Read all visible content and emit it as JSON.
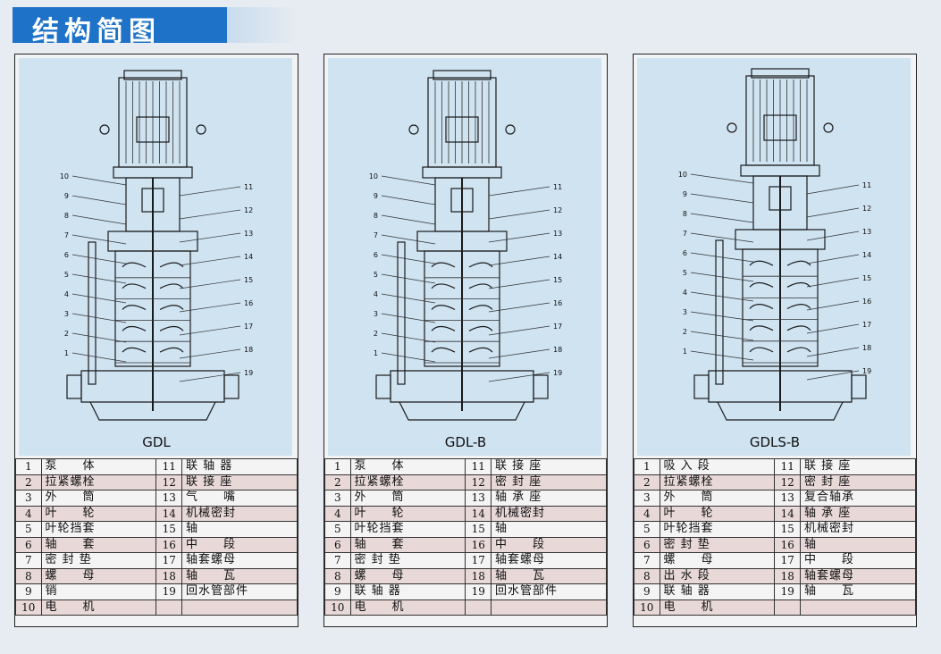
{
  "header": {
    "title": "结构简图"
  },
  "panels": [
    {
      "model": "GDL",
      "parts": [
        [
          "1",
          "泵　　体",
          "11",
          "联 轴 器"
        ],
        [
          "2",
          "拉紧螺栓",
          "12",
          "联 接 座"
        ],
        [
          "3",
          "外　　筒",
          "13",
          "气　　嘴"
        ],
        [
          "4",
          "叶　　轮",
          "14",
          "机械密封"
        ],
        [
          "5",
          "叶轮挡套",
          "15",
          "轴"
        ],
        [
          "6",
          "轴　　套",
          "16",
          "中　　段"
        ],
        [
          "7",
          "密 封 垫",
          "17",
          "轴套螺母"
        ],
        [
          "8",
          "螺　　母",
          "18",
          "轴　　瓦"
        ],
        [
          "9",
          "销",
          "19",
          "回水管部件"
        ],
        [
          "10",
          "电　　机",
          "",
          ""
        ]
      ]
    },
    {
      "model": "GDL-B",
      "parts": [
        [
          "1",
          "泵　　体",
          "11",
          "联 接 座"
        ],
        [
          "2",
          "拉紧螺栓",
          "12",
          "密 封 座"
        ],
        [
          "3",
          "外　　筒",
          "13",
          "轴 承 座"
        ],
        [
          "4",
          "叶　　轮",
          "14",
          "机械密封"
        ],
        [
          "5",
          "叶轮挡套",
          "15",
          "轴"
        ],
        [
          "6",
          "轴　　套",
          "16",
          "中　　段"
        ],
        [
          "7",
          "密 封 垫",
          "17",
          "轴套螺母"
        ],
        [
          "8",
          "螺　　母",
          "18",
          "轴　　瓦"
        ],
        [
          "9",
          "联 轴 器",
          "19",
          "回水管部件"
        ],
        [
          "10",
          "电　　机",
          "",
          ""
        ]
      ]
    },
    {
      "model": "GDLS-B",
      "parts": [
        [
          "1",
          "吸 入 段",
          "11",
          "联 接 座"
        ],
        [
          "2",
          "拉紧螺栓",
          "12",
          "密 封 座"
        ],
        [
          "3",
          "外　　筒",
          "13",
          "复合轴承"
        ],
        [
          "4",
          "叶　　轮",
          "14",
          "轴 承 座"
        ],
        [
          "5",
          "叶轮挡套",
          "15",
          "机械密封"
        ],
        [
          "6",
          "密 封 垫",
          "16",
          "轴"
        ],
        [
          "7",
          "螺　　母",
          "17",
          "中　　段"
        ],
        [
          "8",
          "出 水 段",
          "18",
          "轴套螺母"
        ],
        [
          "9",
          "联 轴 器",
          "19",
          "轴　　瓦"
        ],
        [
          "10",
          "电　　机",
          "",
          ""
        ]
      ]
    }
  ]
}
